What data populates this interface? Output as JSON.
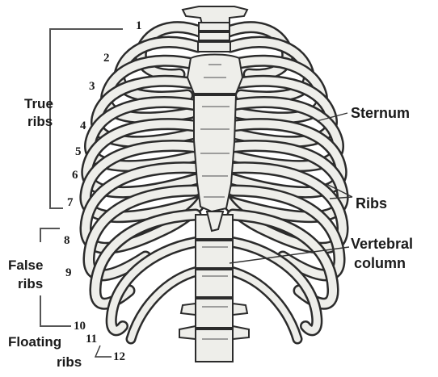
{
  "labels": {
    "true_ribs_line1": "True",
    "true_ribs_line2": "ribs",
    "false_ribs_line1": "False",
    "false_ribs_line2": "ribs",
    "floating_ribs_line1": "Floating",
    "floating_ribs_line2": "ribs",
    "sternum": "Sternum",
    "ribs": "Ribs",
    "vertebral_line1": "Vertebral",
    "vertebral_line2": "column"
  },
  "rib_numbers": [
    "1",
    "2",
    "3",
    "4",
    "5",
    "6",
    "7",
    "8",
    "9",
    "10",
    "11",
    "12"
  ],
  "colors": {
    "bone": "#eeeeea",
    "outline": "#2b2b2b",
    "shade": "#6d6d6d",
    "text": "#1a1a1a",
    "bracket": "#555555"
  }
}
